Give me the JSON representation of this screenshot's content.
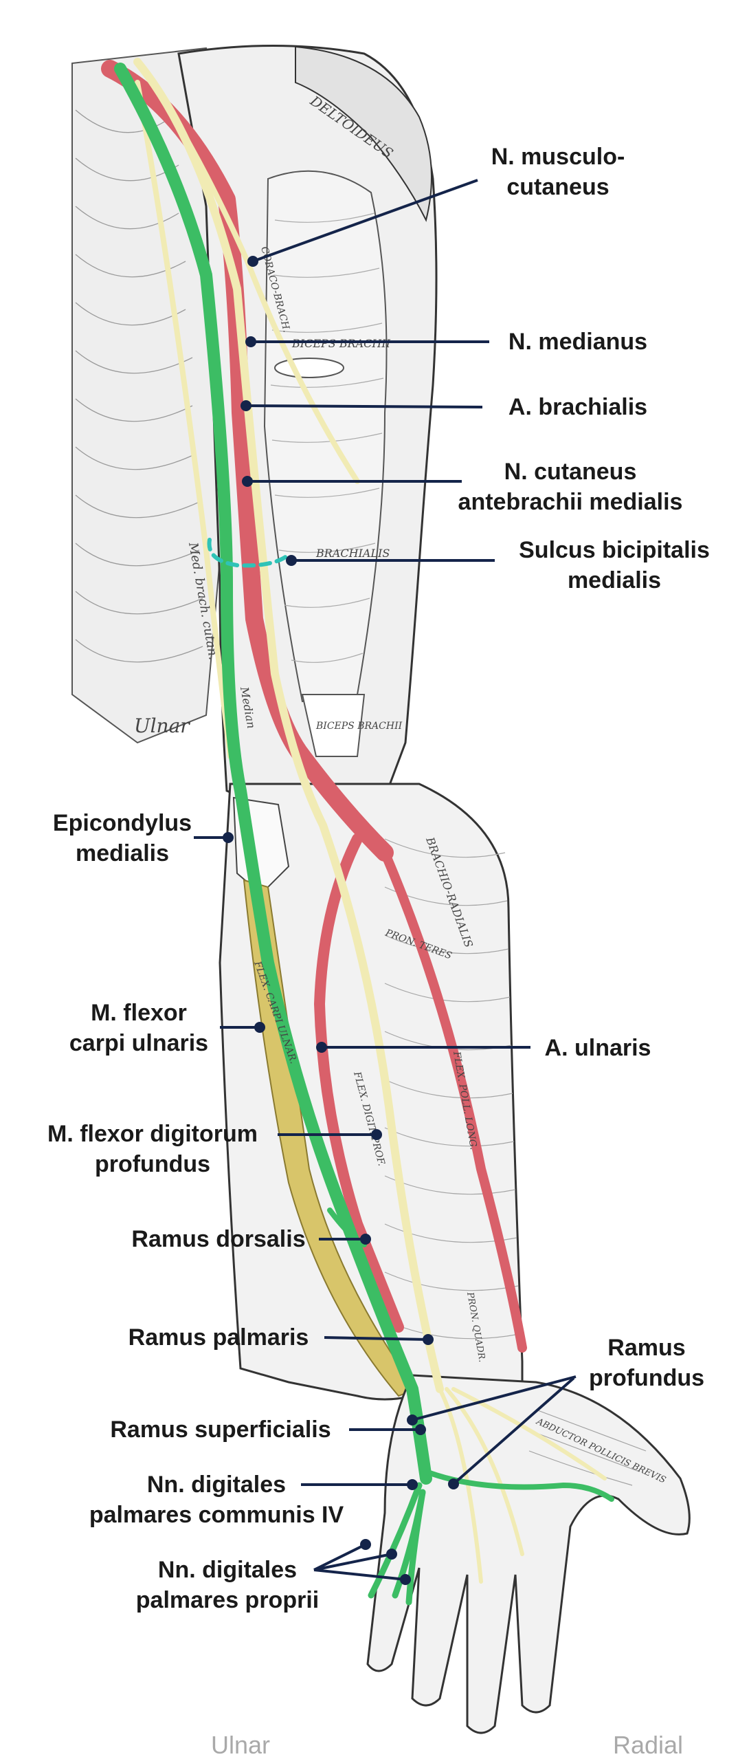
{
  "colors": {
    "leader": "#14244a",
    "nerve_ulnaris": "#3cbd64",
    "nerve_other": "#f1ebb4",
    "artery": "#d9606a",
    "muscle_fcu": "#d8c56a",
    "sulcus_marker": "#2fc3b7",
    "sketch": "#555555"
  },
  "labels": {
    "musculocutaneus": [
      "N. musculo-",
      "cutaneus"
    ],
    "medianus": [
      "N. medianus"
    ],
    "brachialis": [
      "A. brachialis"
    ],
    "cutaneus_antebrachii": [
      "N. cutaneus",
      "antebrachii medialis"
    ],
    "sulcus": [
      "Sulcus bicipitalis",
      "medialis"
    ],
    "epicondylus": [
      "Epicondylus",
      "medialis"
    ],
    "flexor_carpi": [
      "M. flexor",
      "carpi ulnaris"
    ],
    "ulnaris_artery": [
      "A. ulnaris"
    ],
    "flexor_digitorum": [
      "M. flexor digitorum",
      "profundus"
    ],
    "ramus_dorsalis": [
      "Ramus dorsalis"
    ],
    "ramus_palmaris": [
      "Ramus palmaris"
    ],
    "ramus_profundus": [
      "Ramus",
      "profundus"
    ],
    "ramus_superficialis": [
      "Ramus superficialis"
    ],
    "digitales_communis": [
      "Nn. digitales",
      "palmares communis IV"
    ],
    "digitales_proprii": [
      "Nn. digitales",
      "palmares proprii"
    ]
  },
  "illustration_text": {
    "deltoideus": "DELTOIDEUS",
    "coracobrachialis": "CORACO-BRACH.",
    "biceps_upper": "BICEPS BRACHII",
    "brachialis_m": "BRACHIALIS",
    "biceps_lower": "BICEPS BRACHII",
    "brachioradialis": "BRACHIO-RADIALIS",
    "pronator_teres": "PRON. TERES",
    "flex_poll_long": "FLEX. POLL. LONG.",
    "flex_digit_prof": "FLEX. DIGIT. PROF.",
    "flex_carpi_uln": "FLEX. CARPI ULNAR.",
    "pron_quadr": "PRON. QUADR.",
    "abductor_pollicis": "ABDUCTOR POLLICIS BREVIS",
    "med_brach_cut": "Med. brach. cutan.",
    "ulnar_sketch": "Ulnar",
    "medianus_sketch": "Median"
  },
  "axis_labels": {
    "left": "Ulnar",
    "right": "Radial"
  }
}
